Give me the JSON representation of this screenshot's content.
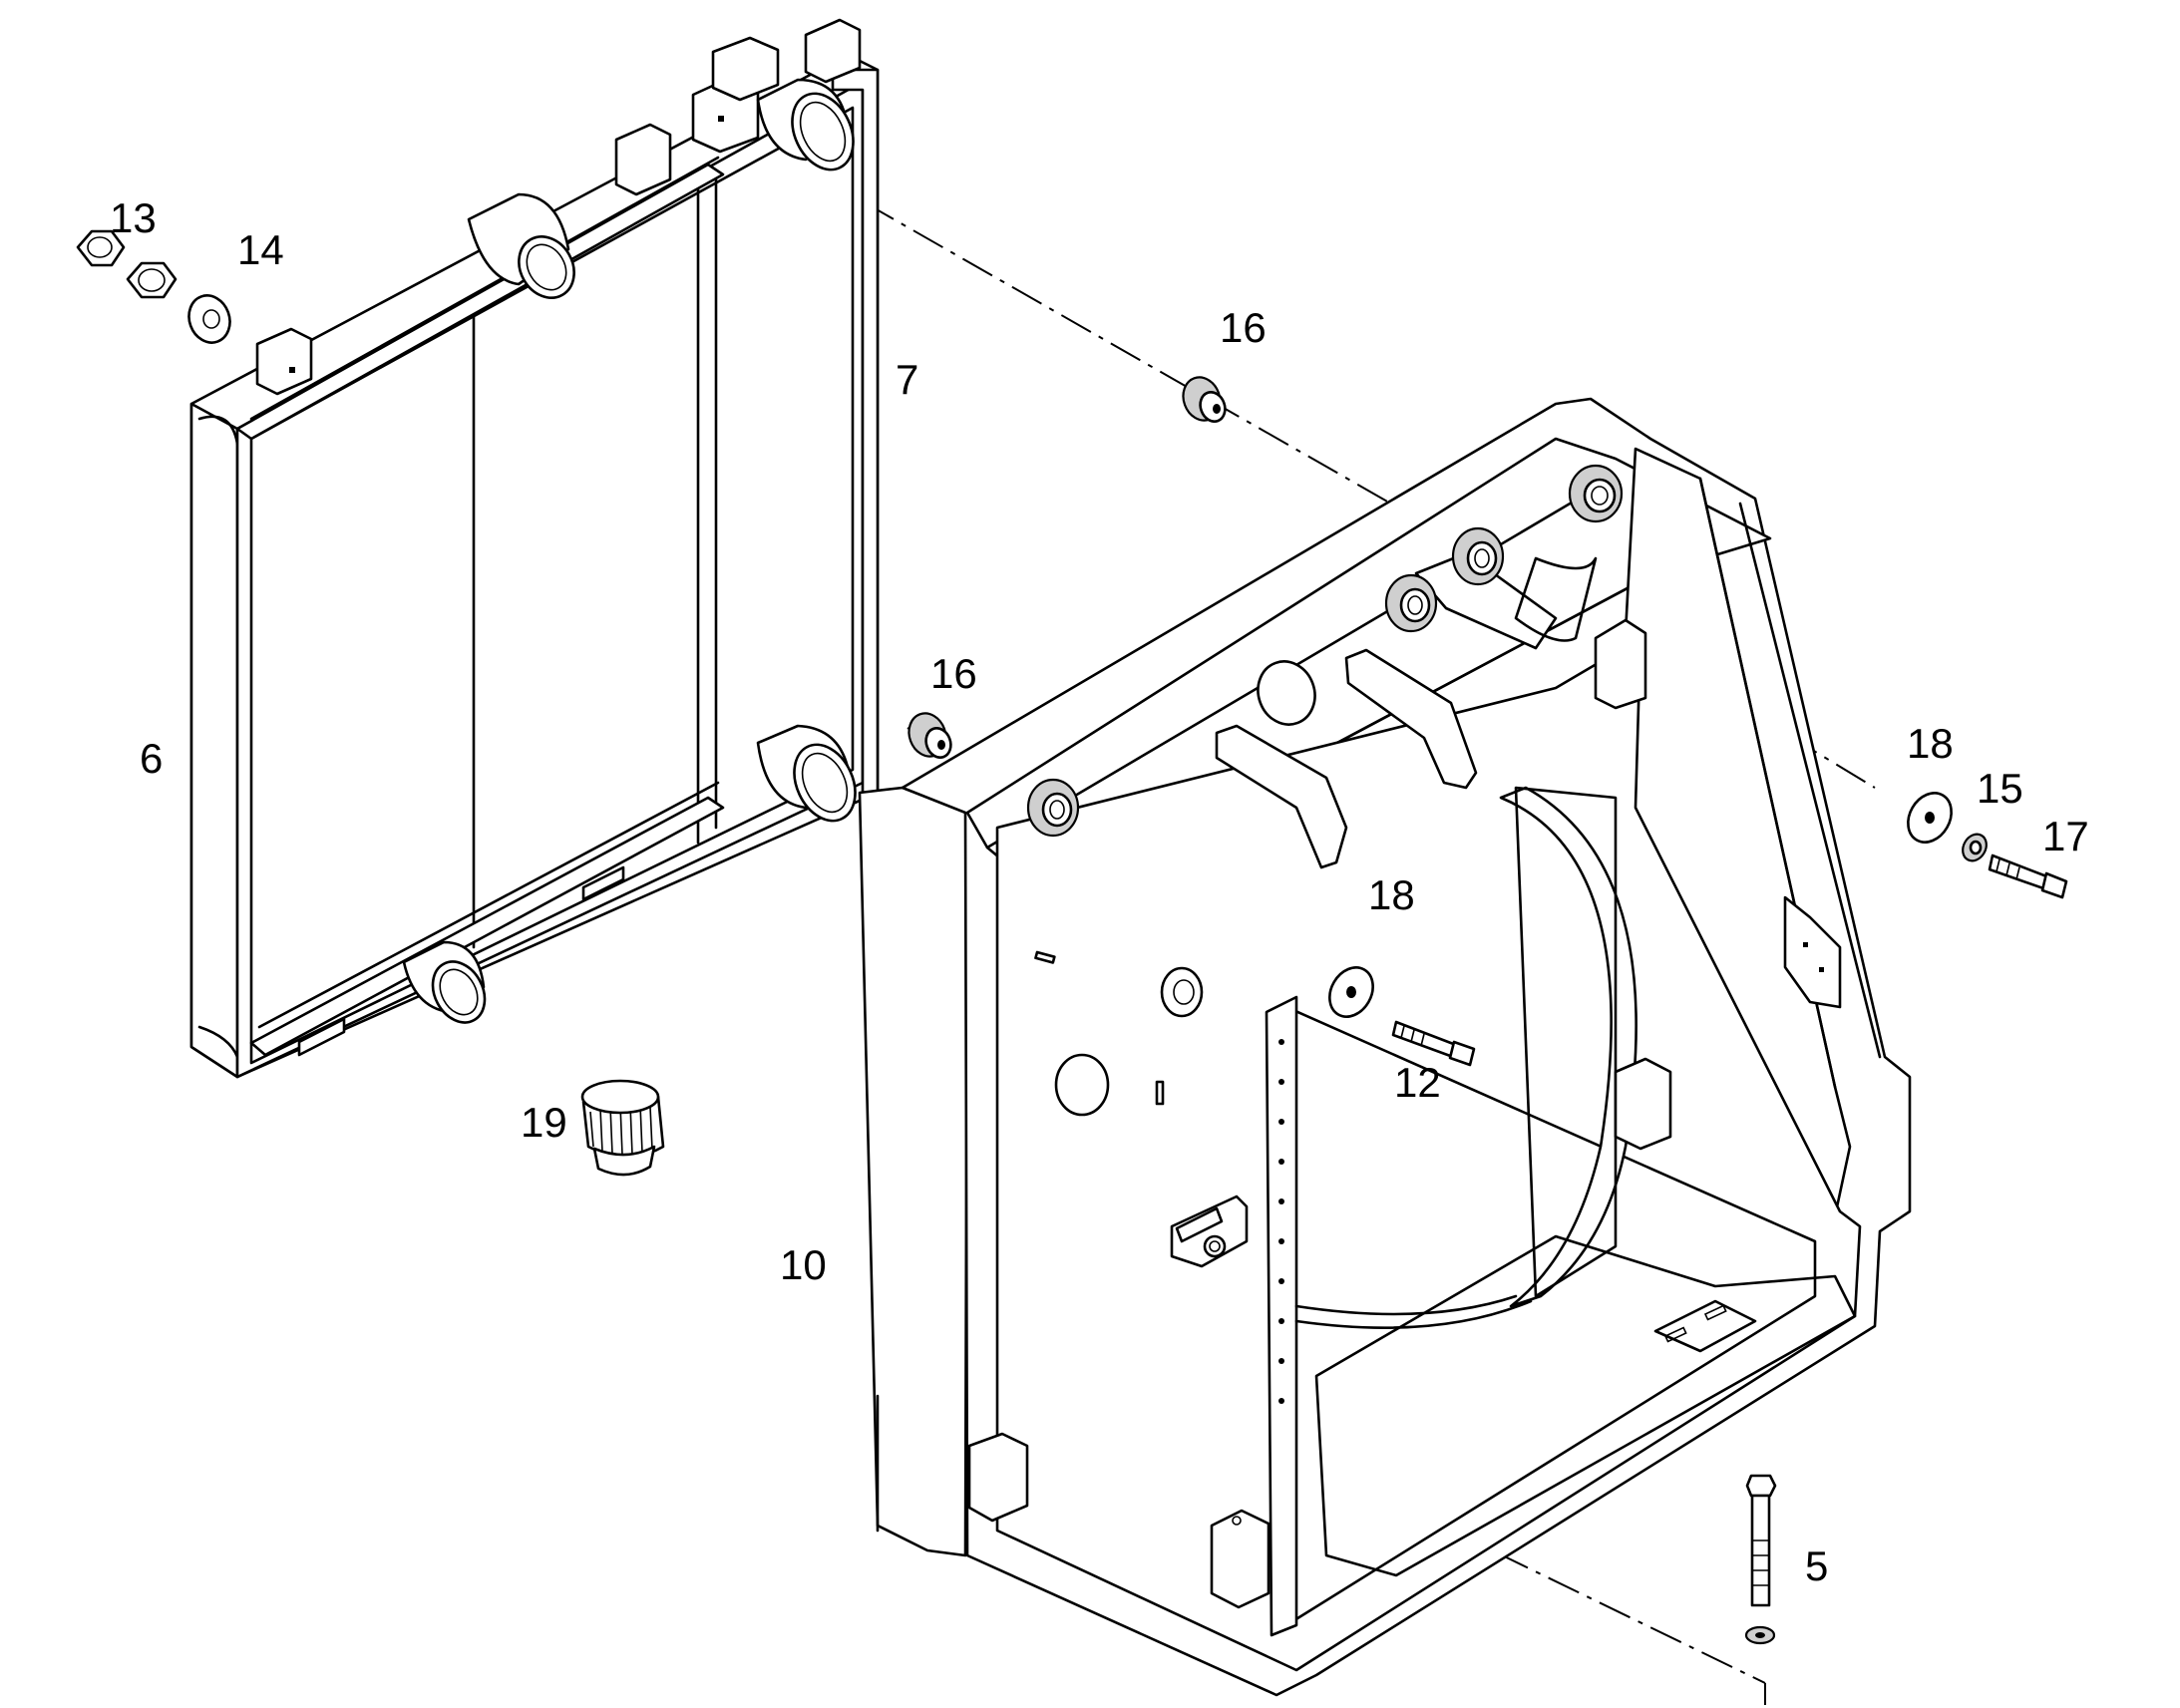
{
  "callouts": {
    "c5": "5",
    "c6": "6",
    "c7": "7",
    "c10": "10",
    "c12": "12",
    "c13": "13",
    "c14": "14",
    "c15": "15",
    "c16a": "16",
    "c16b": "16",
    "c17": "17",
    "c18a": "18",
    "c18b": "18",
    "c19": "19"
  }
}
